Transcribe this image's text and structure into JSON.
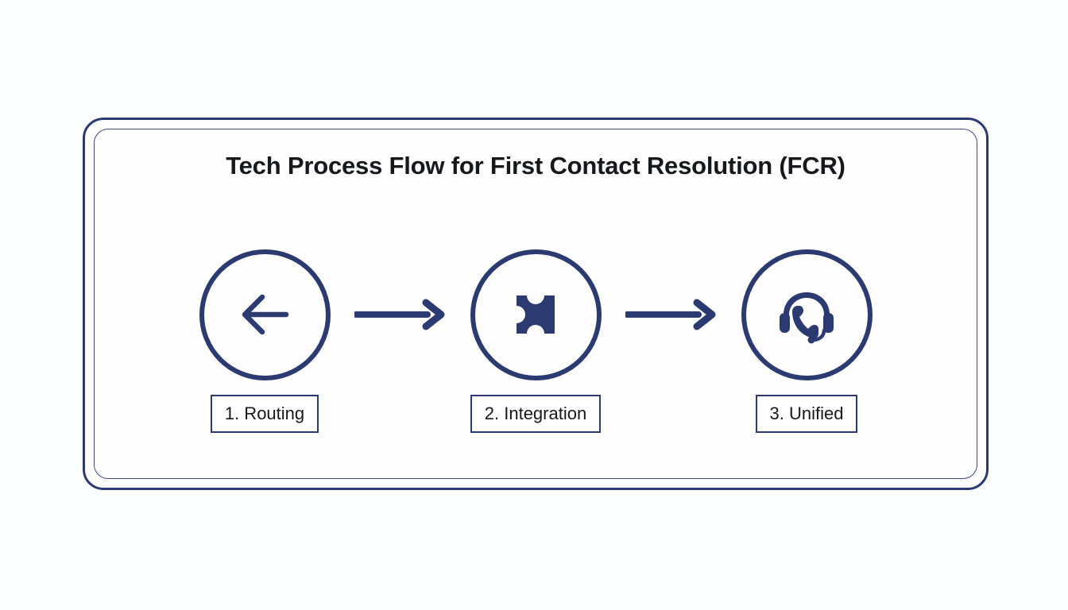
{
  "page": {
    "background_color": "#fcfdfe",
    "accent_color": "#2b3a70",
    "text_color": "#17181c"
  },
  "card": {
    "border_color": "#2b3a70",
    "inner_border_color": "#3c4a80",
    "fill_color": "#fefeff"
  },
  "title": "Tech Process Flow for First Contact Resolution (FCR)",
  "flow": {
    "steps": [
      {
        "number": "1",
        "label": "1. Routing",
        "icon": "arrow-left-icon"
      },
      {
        "number": "2",
        "label": "2. Integration",
        "icon": "puzzle-piece-icon"
      },
      {
        "number": "3",
        "label": "3. Unified",
        "icon": "headset-support-icon"
      }
    ],
    "connectors": [
      {
        "icon": "arrow-right-icon"
      },
      {
        "icon": "arrow-right-icon"
      }
    ]
  }
}
